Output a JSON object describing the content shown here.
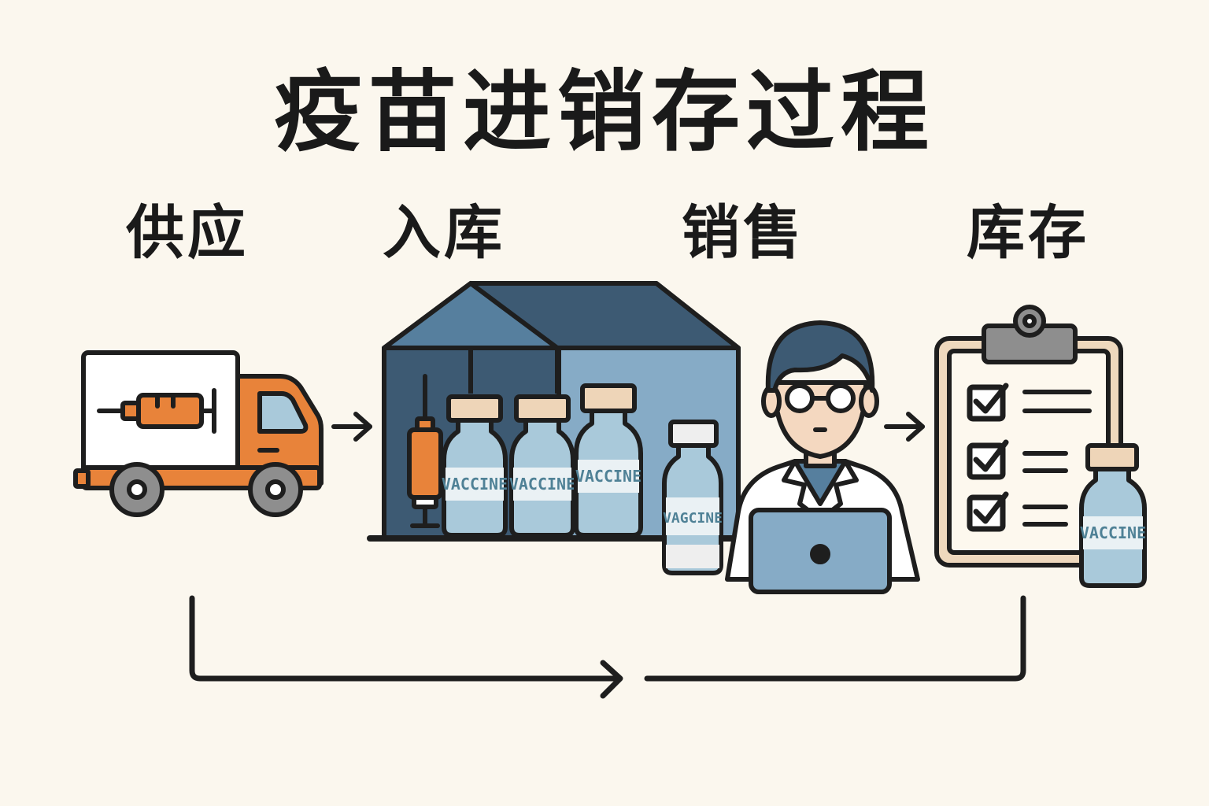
{
  "title": "疫苗进销存过程",
  "stages": {
    "supply": "供应",
    "inbound": "入库",
    "sales": "销售",
    "inventory": "库存"
  },
  "vial_label": "VACCINE",
  "vial_label_alt": "VAGCINE",
  "colors": {
    "background": "#fbf7ee",
    "outline": "#1e1e1e",
    "truck_orange": "#e8833a",
    "warehouse_dark": "#3d5a73",
    "warehouse_mid": "#567f9e",
    "warehouse_light": "#86abc6",
    "vial_blue": "#a9c9da",
    "cap_beige": "#eed5b8",
    "clipboard_paper": "#fdf8ee",
    "clipboard_frame": "#eed8bd",
    "clip_gray": "#8e8e8e"
  },
  "icons": [
    "truck-icon",
    "syringe-icon",
    "warehouse-icon",
    "vaccine-vial-icon",
    "pharmacist-icon",
    "laptop-icon",
    "clipboard-icon",
    "checkbox-icon",
    "arrow-right-icon"
  ]
}
